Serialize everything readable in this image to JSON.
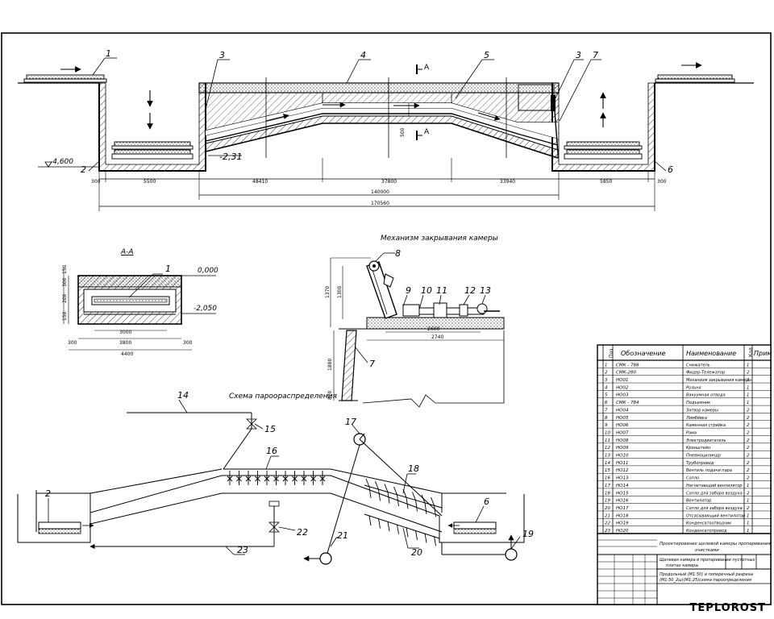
{
  "watermark": "TEPLOROST",
  "elevation": {
    "left_depth": "-4,600",
    "slope_bottom": "-2,31"
  },
  "section_title": "А-А",
  "section_marks": {
    "a_top": "А",
    "a_bottom": "А"
  },
  "section_levels": {
    "top": "0,000",
    "bottom": "-2,050"
  },
  "mechanism_title": "Механизм закрывания камеры",
  "steam_title": "Схема пароораспределения",
  "main_dims": [
    "300",
    "5500",
    "48410",
    "37800",
    "33940",
    "5850",
    "300",
    "140000",
    "170560"
  ],
  "section_dims": [
    "300",
    "3800",
    "300",
    "4400",
    "3000",
    "150",
    "300",
    "200",
    "150"
  ],
  "mech_dims": [
    "1370",
    "1300",
    "2600",
    "2740",
    "1880",
    "870"
  ],
  "callouts": {
    "c1": "1",
    "c2": "2",
    "c3a": "3",
    "c3b": "3",
    "c4": "4",
    "c5": "5",
    "c6": "6",
    "c7a": "7",
    "s1": "1",
    "m7": "7",
    "m8": "8",
    "m9": "9",
    "m10": "10",
    "m11": "11",
    "m12": "12",
    "m13": "13",
    "p2": "2",
    "p6": "6",
    "p14": "14",
    "p15": "15",
    "p16": "16",
    "p17": "17",
    "p18": "18",
    "p19": "19",
    "p20": "20",
    "p21": "21",
    "p22": "22",
    "p23": "23"
  },
  "spec": {
    "col_pos": "Поз",
    "col_qty": "Кол",
    "col_note": "Прим",
    "col_designation": "Обозначение",
    "col_name": "Наименование",
    "rows": [
      [
        "1",
        "СМК - 788",
        "Снижатель",
        "1"
      ],
      [
        "2",
        "СМК-280",
        "Фидер-Тележатор",
        "2"
      ],
      [
        "3",
        "НО01",
        "Механизм закрывания камеры",
        "2"
      ],
      [
        "4",
        "НО02",
        "Рольня",
        "1"
      ],
      [
        "5",
        "НО03",
        "Вакуумная отвода",
        "1"
      ],
      [
        "6",
        "СМК - 784",
        "Подъемник",
        "1"
      ],
      [
        "7",
        "НО04",
        "Затвор камеры",
        "2"
      ],
      [
        "8",
        "НО05",
        "Лимбёвка",
        "2"
      ],
      [
        "9",
        "НО06",
        "Каменная стрийка",
        "2"
      ],
      [
        "10",
        "НО07",
        "Рама",
        "2"
      ],
      [
        "11",
        "НО08",
        "Электродвигатель",
        "2"
      ],
      [
        "12",
        "НО09",
        "Кронштейн",
        "2"
      ],
      [
        "13",
        "НО10",
        "Пневмоцилиндр",
        "2"
      ],
      [
        "14",
        "НО11",
        "Трубопровод",
        "2"
      ],
      [
        "15",
        "НО12",
        "Вентиль подачи пара",
        "2"
      ],
      [
        "16",
        "НО13",
        "Сопло",
        "2"
      ],
      [
        "17",
        "НО14",
        "Нагнетающий вентилятор",
        "1"
      ],
      [
        "18",
        "НО15",
        "Сопло для забора воздуха",
        "2"
      ],
      [
        "19",
        "НО16",
        "Вентилятор",
        "1"
      ],
      [
        "20",
        "НО17",
        "Сопло для забора воздуха",
        "2"
      ],
      [
        "21",
        "НО18",
        "Отсасывающий вентилятор",
        "1"
      ],
      [
        "22",
        "НО19",
        "Конденсатоотводчик",
        "1"
      ],
      [
        "23",
        "НО20",
        "Конденсатопровод",
        "1"
      ]
    ],
    "title_line1": "Проектирование щелевой камеры пропаривания",
    "title_line2": "очистками",
    "title_line3": "Щелевая камера в пропаривании пустотных",
    "title_line4": "плитах камеры",
    "title_line5": "Продольный (М1:50) и поперечный разрезы",
    "title_line6": "(М1:50_2ш)(М1:25)схема пароопределения"
  }
}
